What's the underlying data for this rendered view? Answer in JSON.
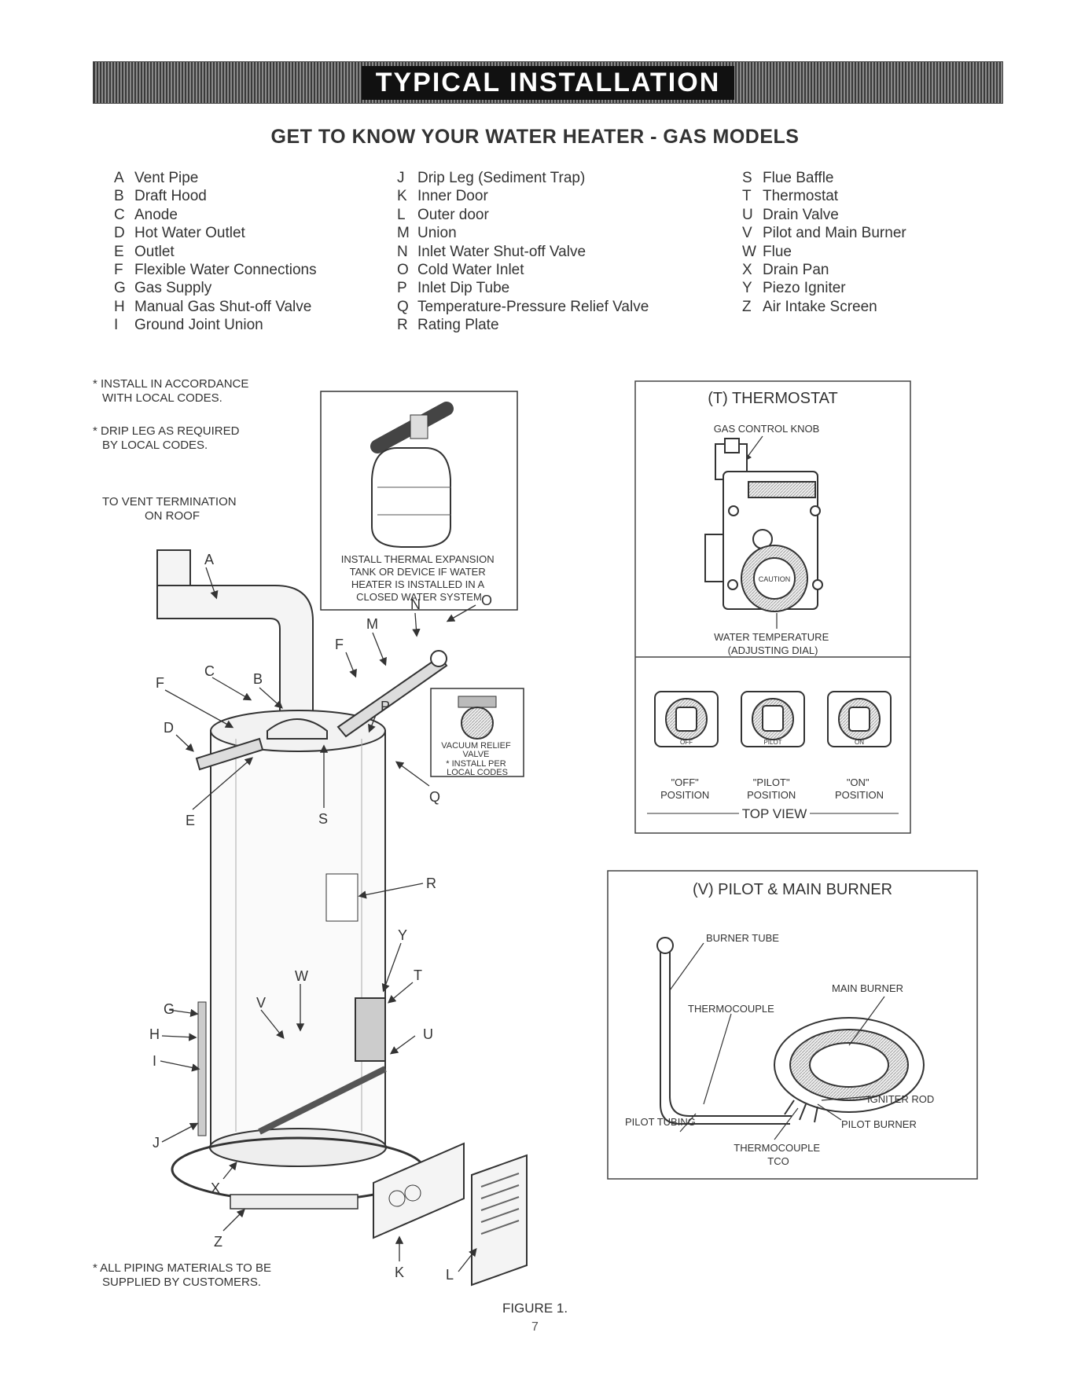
{
  "banner": {
    "title": "TYPICAL INSTALLATION"
  },
  "subtitle": "GET TO KNOW YOUR WATER HEATER - GAS MODELS",
  "legend": {
    "col1": [
      {
        "l": "A",
        "t": "Vent Pipe"
      },
      {
        "l": "B",
        "t": "Draft Hood"
      },
      {
        "l": "C",
        "t": "Anode"
      },
      {
        "l": "D",
        "t": "Hot Water Outlet"
      },
      {
        "l": "E",
        "t": "Outlet"
      },
      {
        "l": "F",
        "t": "Flexible Water Connections"
      },
      {
        "l": "G",
        "t": "Gas Supply"
      },
      {
        "l": "H",
        "t": "Manual Gas Shut-off Valve"
      },
      {
        "l": "I",
        "t": "Ground Joint Union"
      }
    ],
    "col2": [
      {
        "l": "J",
        "t": "Drip Leg (Sediment Trap)"
      },
      {
        "l": "K",
        "t": "Inner Door"
      },
      {
        "l": "L",
        "t": "Outer door"
      },
      {
        "l": "M",
        "t": "Union"
      },
      {
        "l": "N",
        "t": "Inlet Water Shut-off Valve"
      },
      {
        "l": "O",
        "t": "Cold Water Inlet"
      },
      {
        "l": "P",
        "t": "Inlet Dip Tube"
      },
      {
        "l": "Q",
        "t": "Temperature-Pressure Relief Valve"
      },
      {
        "l": "R",
        "t": "Rating Plate"
      }
    ],
    "col3": [
      {
        "l": "S",
        "t": "Flue Baffle"
      },
      {
        "l": "T",
        "t": "Thermostat"
      },
      {
        "l": "U",
        "t": "Drain Valve"
      },
      {
        "l": "V",
        "t": "Pilot and Main Burner"
      },
      {
        "l": "W",
        "t": "Flue"
      },
      {
        "l": "X",
        "t": "Drain Pan"
      },
      {
        "l": "Y",
        "t": "Piezo Igniter"
      },
      {
        "l": "Z",
        "t": "Air Intake Screen"
      }
    ]
  },
  "notes": {
    "install_codes": [
      "* INSTALL IN ACCORDANCE",
      "WITH LOCAL CODES."
    ],
    "drip_leg": [
      "* DRIP LEG AS REQUIRED",
      "BY LOCAL CODES."
    ],
    "vent_term": [
      "TO VENT TERMINATION",
      "ON ROOF"
    ],
    "piping": [
      "* ALL PIPING MATERIALS TO BE",
      "SUPPLIED BY CUSTOMERS."
    ]
  },
  "expansion_box": [
    "INSTALL THERMAL EXPANSION",
    "TANK OR DEVICE IF WATER",
    "HEATER IS INSTALLED IN A",
    "CLOSED WATER SYSTEM"
  ],
  "vacuum_box": [
    "VACUUM RELIEF",
    "VALVE",
    "* INSTALL PER",
    "LOCAL CODES"
  ],
  "callouts": {
    "A": "A",
    "B": "B",
    "C": "C",
    "D": "D",
    "E": "E",
    "F": "F",
    "F2": "F",
    "G": "G",
    "H": "H",
    "I": "I",
    "J": "J",
    "K": "K",
    "L": "L",
    "M": "M",
    "N": "N",
    "O": "O",
    "P": "P",
    "Q": "Q",
    "R": "R",
    "S": "S",
    "T": "T",
    "U": "U",
    "V": "V",
    "W": "W",
    "X": "X",
    "Y": "Y",
    "Z": "Z"
  },
  "thermostat_box": {
    "title": "(T) THERMOSTAT",
    "knob_label": "GAS CONTROL KNOB",
    "dial_label": [
      "WATER TEMPERATURE",
      "(ADJUSTING DIAL)"
    ],
    "caution": "CAUTION",
    "positions": [
      {
        "name": "\"OFF\"",
        "sub": "POSITION"
      },
      {
        "name": "\"PILOT\"",
        "sub": "POSITION"
      },
      {
        "name": "\"ON\"",
        "sub": "POSITION"
      }
    ],
    "knob_text": [
      "OFF",
      "PILOT",
      "ON"
    ],
    "top_view": "TOP VIEW"
  },
  "burner_box": {
    "title": "(V) PILOT & MAIN BURNER",
    "labels": {
      "burner_tube": "BURNER TUBE",
      "main_burner": "MAIN BURNER",
      "thermocouple": "THERMOCOUPLE",
      "igniter_rod": "IGNITER ROD",
      "pilot_tubing": "PILOT TUBING",
      "pilot_burner": "PILOT BURNER",
      "thermocouple_tco": "THERMOCOUPLE",
      "tco": "TCO"
    }
  },
  "figure_caption": "FIGURE 1.",
  "page_number": "7"
}
